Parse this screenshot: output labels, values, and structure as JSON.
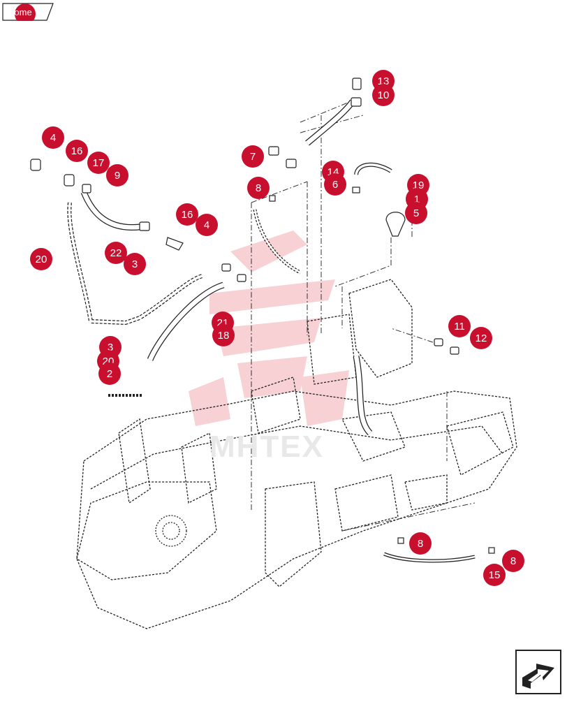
{
  "home": {
    "label": "Home"
  },
  "watermark": {
    "text": "MHTEX"
  },
  "callouts": [
    "13",
    "10",
    "7",
    "14",
    "6",
    "19",
    "1",
    "5",
    "8",
    "4",
    "16",
    "17",
    "9",
    "16",
    "4",
    "20",
    "22",
    "3",
    "21",
    "18",
    "11",
    "12",
    "3",
    "20",
    "2",
    "8",
    "15",
    "8"
  ],
  "nav": {
    "icon": "next-page-arrow-icon"
  },
  "colors": {
    "callout": "#c8102e",
    "line": "#222222",
    "watermark": "#f3b3b8"
  }
}
